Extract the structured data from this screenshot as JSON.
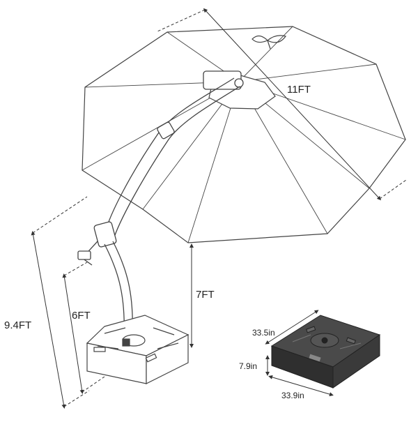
{
  "dimensions": {
    "canopy_diameter": "11FT",
    "clearance_height": "7FT",
    "pole_height": "6FT",
    "total_height": "9.4FT"
  },
  "base": {
    "width": "33.5in",
    "height": "7.9in",
    "depth": "33.9in"
  },
  "colors": {
    "line": "#333333",
    "canopy_fill": "#ffffff",
    "base_fill": "#3a3a3a",
    "base_top": "#4a4a4a"
  },
  "icons": [
    "leaf-logo-icon",
    "umbrella-canopy",
    "weighted-base"
  ]
}
